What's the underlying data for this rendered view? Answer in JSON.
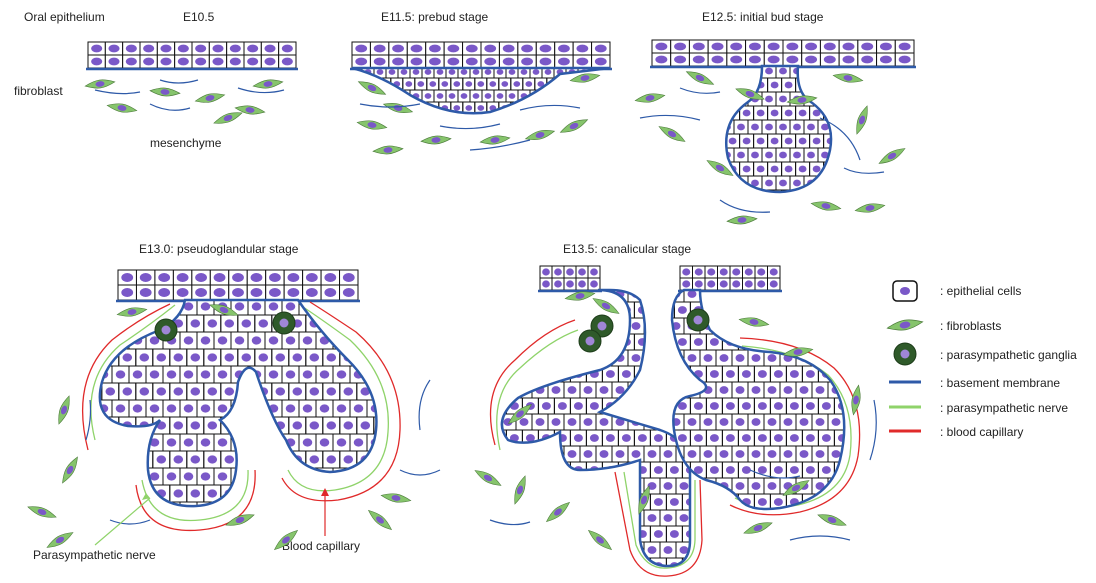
{
  "labels": {
    "oral_epithelium": "Oral epithelium",
    "fibroblast": "fibroblast",
    "mesenchyme": "mesenchyme",
    "parasympathetic_nerve": "Parasympathetic nerve",
    "blood_capillary": "Blood capillary"
  },
  "stages": [
    {
      "title": "E10.5"
    },
    {
      "title": "E11.5: prebud stage"
    },
    {
      "title": "E12.5: initial bud stage"
    },
    {
      "title": "E13.0: pseudoglandular stage"
    },
    {
      "title": "E13.5: canalicular stage"
    }
  ],
  "legend": [
    {
      "label": ": epithelial cells",
      "icon": "epithelial-cell-icon"
    },
    {
      "label": ": fibroblasts",
      "icon": "fibroblast-icon"
    },
    {
      "label": ": parasympathetic ganglia",
      "icon": "ganglion-icon"
    },
    {
      "label": ": basement membrane",
      "icon": "line-icon",
      "color": "#2e5aa8"
    },
    {
      "label": ": parasympathetic nerve",
      "icon": "line-icon",
      "color": "#8fd36a"
    },
    {
      "label": ": blood capillary",
      "icon": "line-icon",
      "color": "#e02a2a"
    }
  ],
  "colors": {
    "cell_fill": "#b9a6e0",
    "nucleus": "#7a58c8",
    "basement_membrane": "#2e5aa8",
    "nerve": "#8fd36a",
    "capillary": "#e02a2a",
    "fibroblast_body": "#86c46c",
    "ganglion": "#2f5a2a"
  }
}
